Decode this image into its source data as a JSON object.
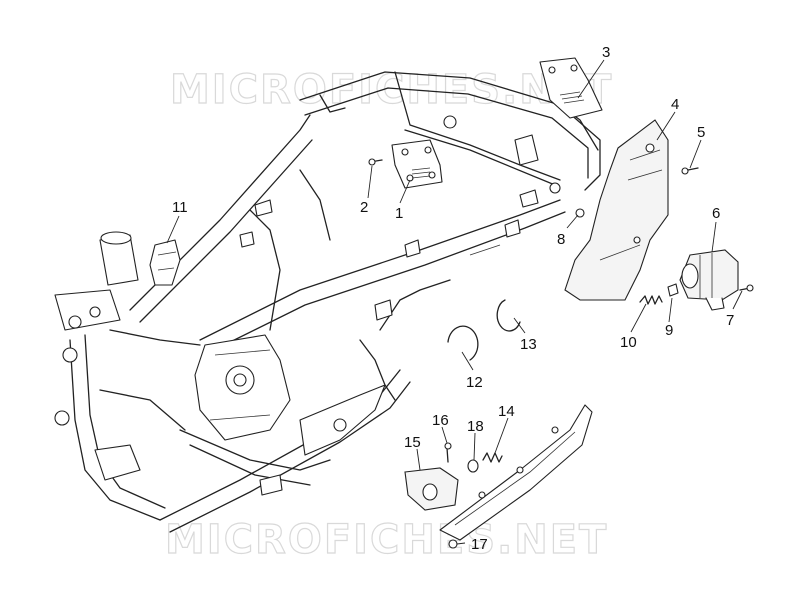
{
  "watermark": {
    "top_text": "MICROFICHES.NET",
    "bottom_text": "MICROFICHES.NET"
  },
  "callouts": [
    {
      "id": "1",
      "label": "1"
    },
    {
      "id": "2",
      "label": "2"
    },
    {
      "id": "3",
      "label": "3"
    },
    {
      "id": "4",
      "label": "4"
    },
    {
      "id": "5",
      "label": "5"
    },
    {
      "id": "6",
      "label": "6"
    },
    {
      "id": "7",
      "label": "7"
    },
    {
      "id": "8",
      "label": "8"
    },
    {
      "id": "9",
      "label": "9"
    },
    {
      "id": "10",
      "label": "10"
    },
    {
      "id": "11",
      "label": "11"
    },
    {
      "id": "12",
      "label": "12"
    },
    {
      "id": "13",
      "label": "13"
    },
    {
      "id": "14",
      "label": "14"
    },
    {
      "id": "15",
      "label": "15"
    },
    {
      "id": "16",
      "label": "16"
    },
    {
      "id": "17",
      "label": "17"
    },
    {
      "id": "18",
      "label": "18"
    }
  ]
}
